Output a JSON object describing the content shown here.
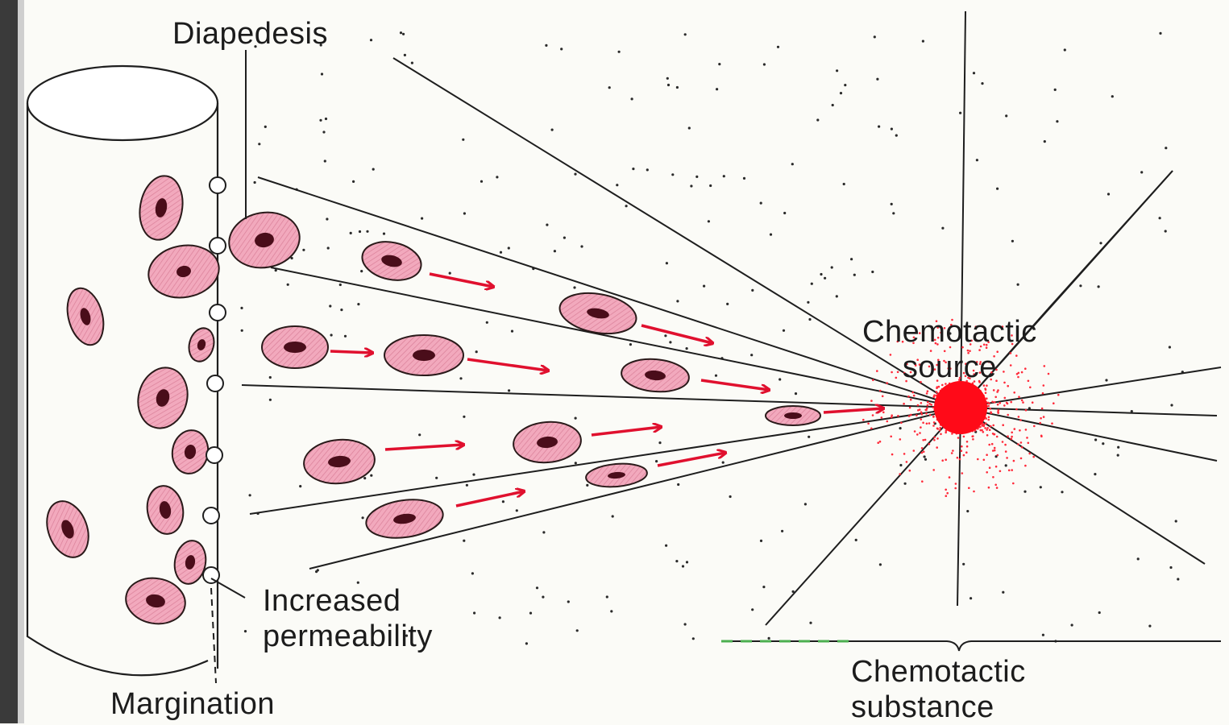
{
  "labels": {
    "diapedesis": "Diapedesis",
    "increased_permeability_1": "Increased",
    "increased_permeability_2": "permeability",
    "margination": "Margination",
    "chemotactic_source_1": "Chemotactic",
    "chemotactic_source_2": "source",
    "chemotactic_substance_1": "Chemotactic",
    "chemotactic_substance_2": "substance"
  },
  "colors": {
    "cell_fill": "#f2a9bd",
    "cell_stroke": "#2a1a1a",
    "nucleus": "#4a0d1a",
    "arrow": "#e0102e",
    "source": "#ff0a18",
    "line": "#1e1e1e"
  }
}
